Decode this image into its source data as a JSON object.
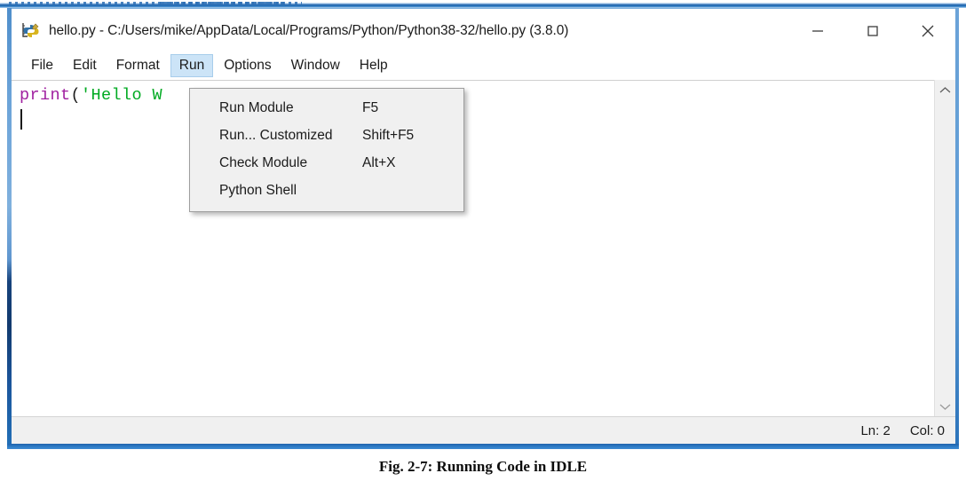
{
  "window": {
    "title": "hello.py - C:/Users/mike/AppData/Local/Programs/Python/Python38-32/hello.py (3.8.0)",
    "app_icon": "idle-python-icon",
    "controls": {
      "minimize": "—",
      "maximize": "☐",
      "close": "✕"
    },
    "border_color": "#1f63ad"
  },
  "menubar": {
    "items": [
      {
        "label": "File",
        "active": false
      },
      {
        "label": "Edit",
        "active": false
      },
      {
        "label": "Format",
        "active": false
      },
      {
        "label": "Run",
        "active": true
      },
      {
        "label": "Options",
        "active": false
      },
      {
        "label": "Window",
        "active": false
      },
      {
        "label": "Help",
        "active": false
      }
    ],
    "active_highlight_color": "#cce4f7"
  },
  "dropdown": {
    "owner": "Run",
    "items": [
      {
        "label": "Run Module",
        "accel": "F5"
      },
      {
        "label": "Run... Customized",
        "accel": "Shift+F5"
      },
      {
        "label": "Check Module",
        "accel": "Alt+X"
      },
      {
        "label": "Python Shell",
        "accel": ""
      }
    ]
  },
  "editor": {
    "code_tokens": [
      {
        "text": "print",
        "type": "keyword"
      },
      {
        "text": "(",
        "type": "punctuation"
      },
      {
        "text": "'Hello W",
        "type": "string"
      }
    ],
    "colors": {
      "keyword": "#a020a0",
      "string": "#00aa22",
      "punctuation": "#1b1b1b"
    },
    "cursor_line": 2
  },
  "scrollbar": {
    "up_arrow": "⌃",
    "down_arrow": "⌄"
  },
  "statusbar": {
    "line": "Ln: 2",
    "col": "Col: 0"
  },
  "caption": {
    "text": "Fig. 2-7: Running Code in IDLE"
  }
}
